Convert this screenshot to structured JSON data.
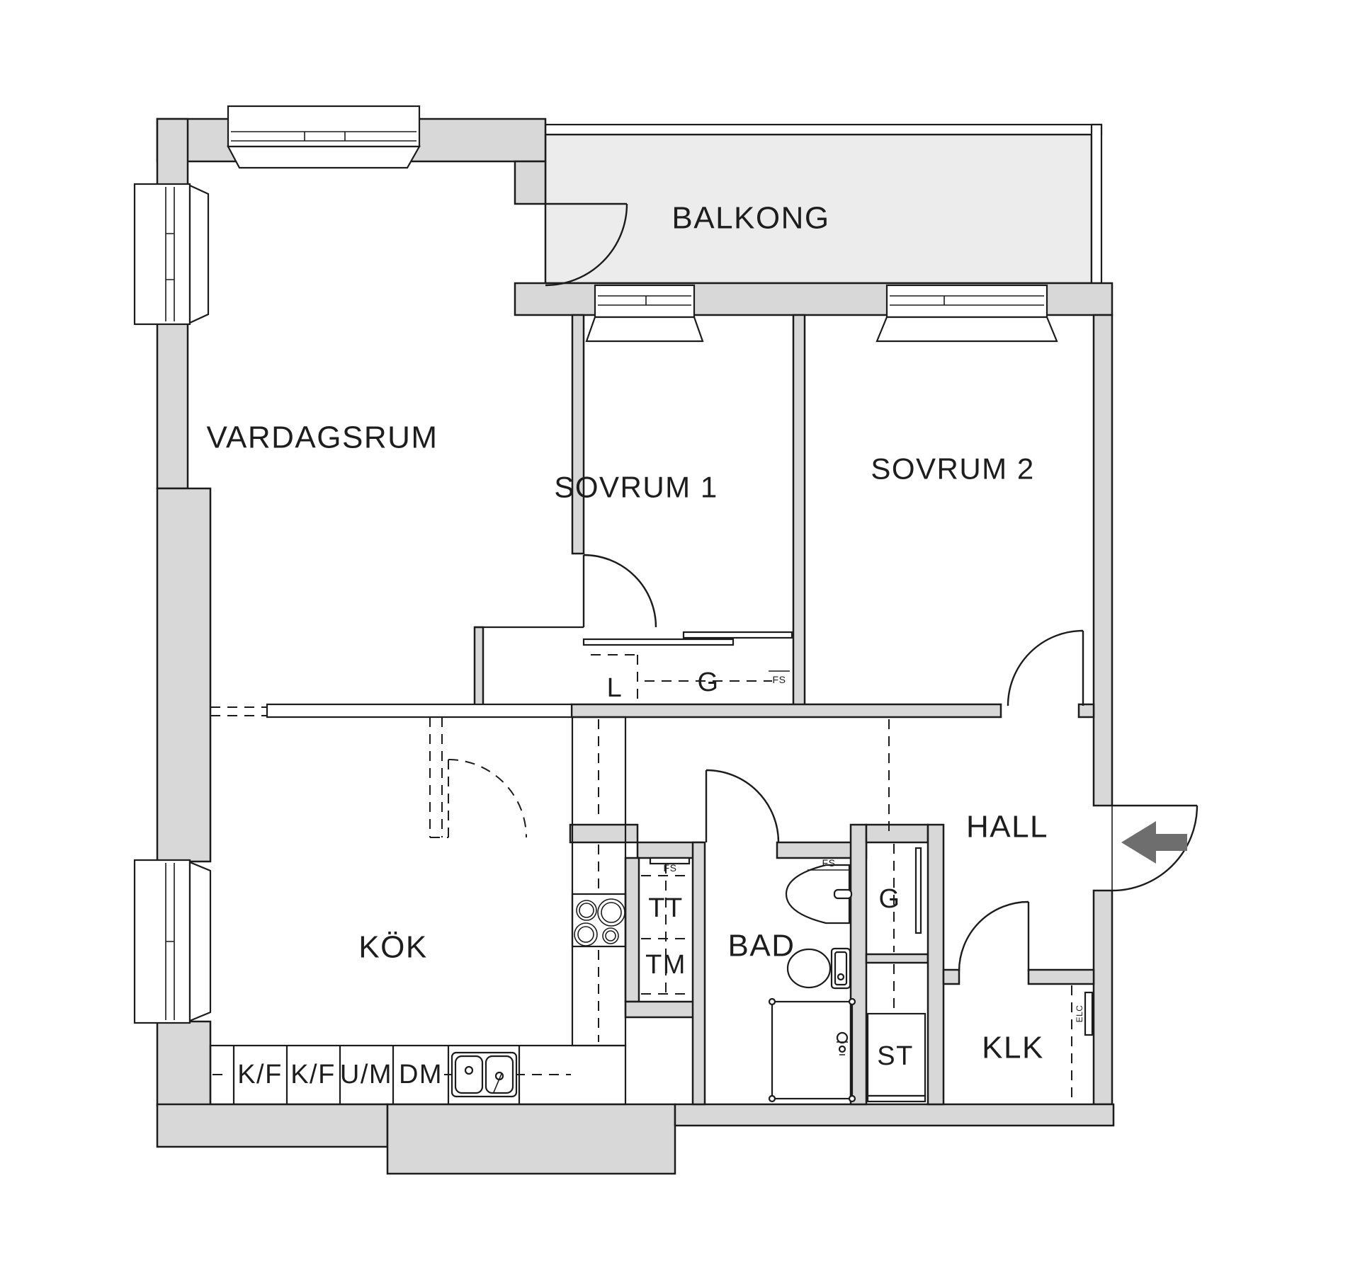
{
  "plan": {
    "title": "apartment-floorplan",
    "rooms": {
      "balkong": "BALKONG",
      "vardagsrum": "VARDAGSRUM",
      "sovrum1": "SOVRUM 1",
      "sovrum2": "SOVRUM 2",
      "hall": "HALL",
      "kok": "KÖK",
      "bad": "BAD",
      "klk": "KLK"
    },
    "storage": {
      "linen_closet": "L",
      "wardrobe_bedroom": "G",
      "wardrobe_hall": "G",
      "cleaning_closet": "ST"
    },
    "laundry": {
      "dryer": "TT",
      "washer": "TM"
    },
    "kitchen_units": {
      "fridge_freezer_1": "K/F",
      "fridge_freezer_2": "K/F",
      "oven_microwave": "U/M",
      "dishwasher": "DM"
    },
    "tiny_labels": {
      "fs_closet": "FS",
      "fs_laundry": "FS",
      "fs_bath": "FS",
      "electrical_cabinet": "ELC"
    },
    "colors": {
      "wall": "#d8d8d8",
      "balcony_floor": "#ececec",
      "counter": "#efefef",
      "closet_box": "#e8e8e8",
      "stove": "#4a4a4a",
      "burner": "#8f8f8f",
      "entry_arrow": "#6e6e6e",
      "line": "#1c1c1c"
    }
  }
}
